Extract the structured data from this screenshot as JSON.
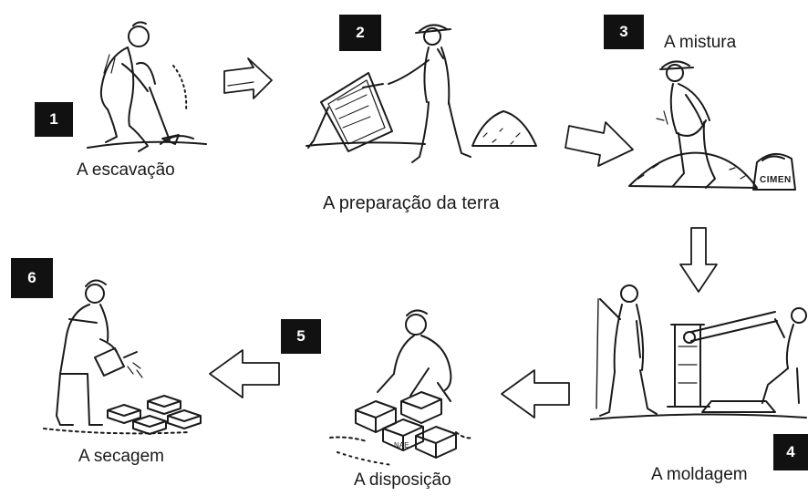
{
  "steps": [
    {
      "number": "1",
      "label": "A escavação"
    },
    {
      "number": "2",
      "label": "A preparação da terra"
    },
    {
      "number": "3",
      "label": "A mistura"
    },
    {
      "number": "4",
      "label": "A moldagem"
    },
    {
      "number": "5",
      "label": "A disposição"
    },
    {
      "number": "6",
      "label": "A secagem"
    }
  ],
  "sack_text": "CIMEN",
  "brick_text": "NAE",
  "colors": {
    "badge": "#111111",
    "ink": "#1a1a1a",
    "arrow_fill": "#ffffff"
  }
}
